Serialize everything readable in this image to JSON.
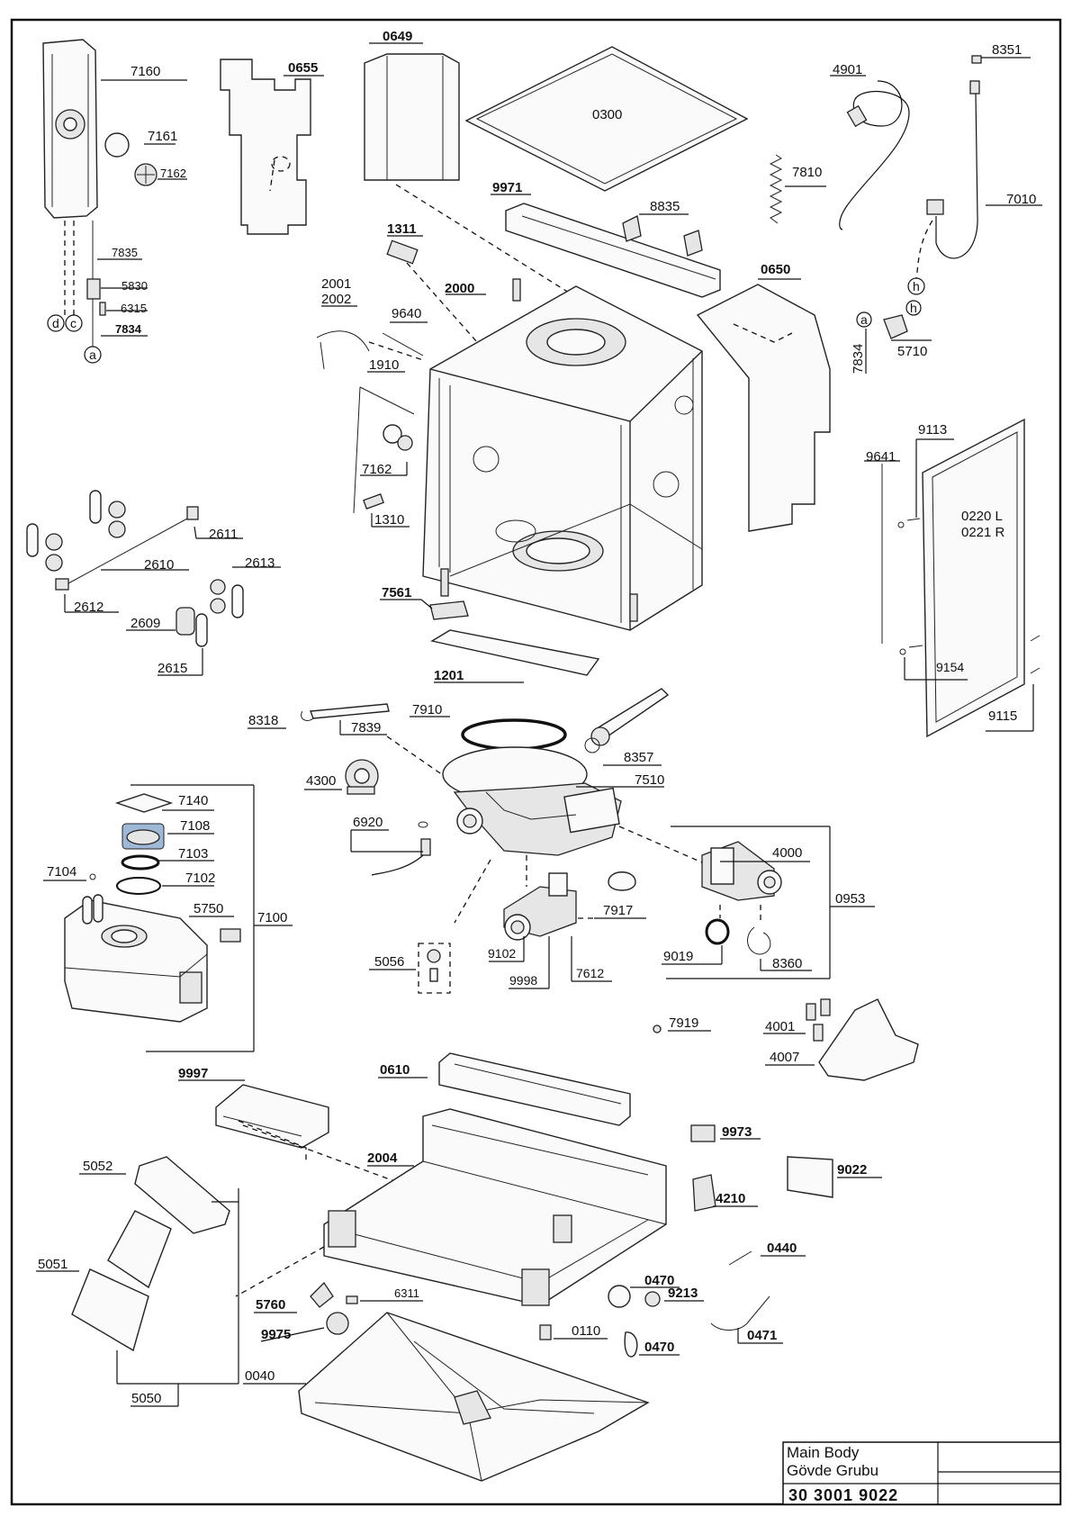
{
  "parts": [
    "7160",
    "0655",
    "0649",
    "0300",
    "4901",
    "8351",
    "7161",
    "7162",
    "9971",
    "8835",
    "7810",
    "7010",
    "7835",
    "5830",
    "6315",
    "7834",
    "1311",
    "2000",
    "2001",
    "2002",
    "9640",
    "0650",
    "1910",
    "7162",
    "1310",
    "7834",
    "5710",
    "9113",
    "9641",
    "0220 L",
    "0221 R",
    "2611",
    "2613",
    "2610",
    "2612",
    "2609",
    "2615",
    "7561",
    "1201",
    "9154",
    "9115",
    "8318",
    "7839",
    "7910",
    "8357",
    "4300",
    "7510",
    "7140",
    "7108",
    "7103",
    "7102",
    "7104",
    "5750",
    "7100",
    "6920",
    "4000",
    "0953",
    "7917",
    "5056",
    "9102",
    "9998",
    "7612",
    "9019",
    "8360",
    "7919",
    "4001",
    "4007",
    "9997",
    "0610",
    "2004",
    "9973",
    "9022",
    "4210",
    "5052",
    "5051",
    "0440",
    "0470",
    "9213",
    "5760",
    "6311",
    "9975",
    "0110",
    "0470",
    "0471",
    "0040",
    "5050"
  ],
  "connectors": [
    "d",
    "c",
    "a",
    "h",
    "a",
    "h"
  ],
  "title_block": {
    "name_en": "Main Body",
    "name_tr": "Gövde Grubu",
    "code": "30 3001 9022"
  }
}
